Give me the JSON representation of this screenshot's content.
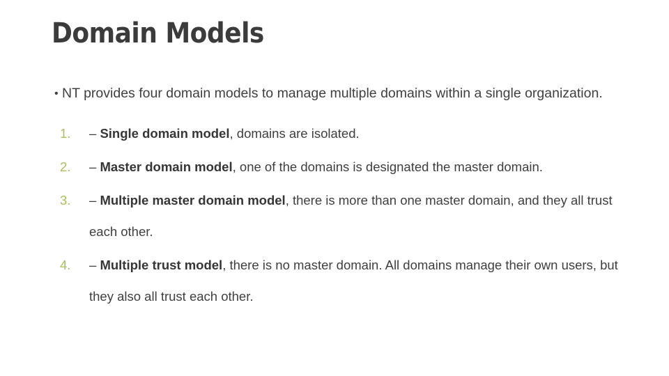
{
  "slide": {
    "title": "Domain Models",
    "background_color": "#ffffff",
    "title_color": "#3b3b3b",
    "body_text_color": "#3f3f3f",
    "number_color": "#a9c05c"
  },
  "bullet": {
    "marker": "•",
    "text": "NT provides four domain models to manage multiple domains within a single organization."
  },
  "list": {
    "items": [
      {
        "number": "1.",
        "dash": "–",
        "lead": "Single domain model",
        "rest": ", domains are isolated."
      },
      {
        "number": "2.",
        "dash": "–",
        "lead": "Master domain model",
        "rest": ", one of the domains is designated the master domain."
      },
      {
        "number": "3.",
        "dash": "–",
        "lead": "Multiple master domain model",
        "rest": ", there is more than one master domain, and they all trust each other."
      },
      {
        "number": "4.",
        "dash": "–",
        "lead": "Multiple trust model",
        "rest": ", there is no master domain. All domains manage their own users, but they also all trust each other."
      }
    ]
  }
}
